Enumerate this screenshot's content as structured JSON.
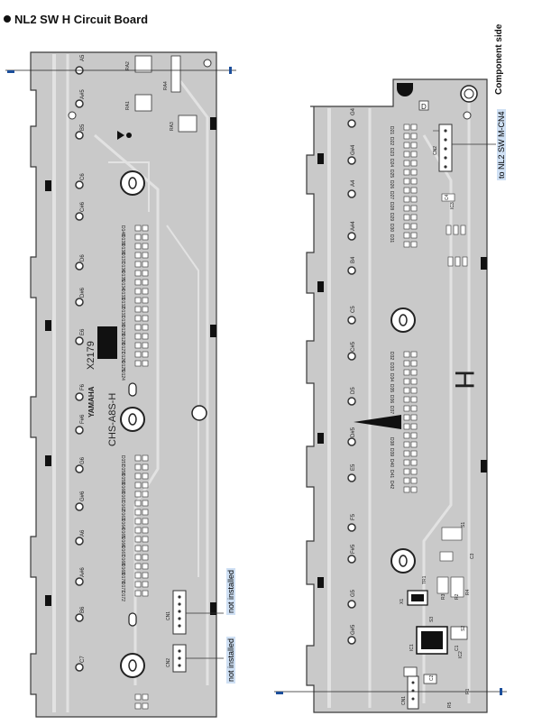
{
  "title": "NL2 SW H Circuit Board",
  "component_side_label": "Component side",
  "connector_label": "to NL2 SW M-CN4",
  "not_installed_labels": [
    "not installed",
    "not installed"
  ],
  "board_text": {
    "part_number": "X2179",
    "brand": "YAMAHA",
    "board_code": "CHS-A8S-H",
    "board_letter": "H",
    "marker_d": "D"
  },
  "left_board": {
    "key_labels": [
      "A5",
      "A#5",
      "B5",
      "C6",
      "C#6",
      "D6",
      "D#6",
      "E6",
      "F6",
      "F#6",
      "G6",
      "G#6",
      "A6",
      "A#6",
      "B6",
      "C7"
    ],
    "diode_labels_upper": [
      "D140",
      "D139",
      "D138",
      "D137",
      "D136",
      "D135",
      "D134",
      "D133",
      "D132",
      "D131",
      "D130",
      "D129",
      "D128",
      "D127",
      "D126",
      "D125",
      "D124"
    ],
    "diode_labels_lower": [
      "D157",
      "D158",
      "D159",
      "D160",
      "D161",
      "D162",
      "D163",
      "D164",
      "D165",
      "D166",
      "D167",
      "D168",
      "D169",
      "D170",
      "D171",
      "D172"
    ],
    "connector_names": [
      "CN1",
      "CN2"
    ],
    "resistor_labels": [
      "RA1",
      "RA2",
      "RA3",
      "RA4"
    ]
  },
  "right_board": {
    "key_labels": [
      "G4",
      "G#4",
      "A4",
      "A#4",
      "B4",
      "C5",
      "C#5",
      "D5",
      "D#5",
      "E5",
      "F5",
      "F#5",
      "G5",
      "G#5"
    ],
    "diode_labels": [
      "D21",
      "D22",
      "D23",
      "D24",
      "D25",
      "D26",
      "D27",
      "D28",
      "D29",
      "D30",
      "D31",
      "D32",
      "D33",
      "D34",
      "D35",
      "D36",
      "D37",
      "D38",
      "D39",
      "D40",
      "D41",
      "D42"
    ],
    "connector_names": [
      "CN2",
      "CN1"
    ],
    "ic_labels": [
      "IC1",
      "IC2",
      "IC3",
      "X1",
      "TR1",
      "S1",
      "S2",
      "S3"
    ],
    "misc_labels": [
      "C1",
      "C2",
      "C3",
      "C4",
      "R1",
      "R2",
      "R3",
      "R4",
      "R5"
    ]
  }
}
